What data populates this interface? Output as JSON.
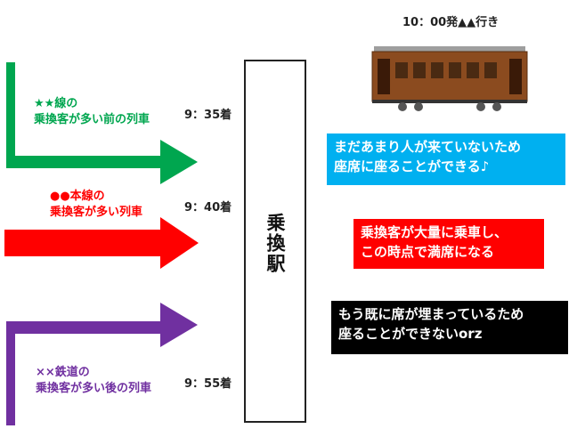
{
  "arrows": [
    {
      "color": "#00a64f",
      "label_line1": "★★線の",
      "label_line2": "乗換客が多い前の列車",
      "arrival": "9：35着"
    },
    {
      "color": "#ff0000",
      "label_line1": "●●本線の",
      "label_line2": "乗換客が多い列車",
      "arrival": "9：40着"
    },
    {
      "color": "#7030a0",
      "label_line1": "××鉄道の",
      "label_line2": "乗換客が多い後の列車",
      "arrival": "9：55着"
    }
  ],
  "station": {
    "label": "乗換駅"
  },
  "train": {
    "caption": "10：00発▲▲行き",
    "icon": "train-car-icon"
  },
  "notes": [
    {
      "bg": "#00b0f0",
      "line1": "まだあまり人が来ていないため",
      "line2": "座席に座ることができる♪"
    },
    {
      "bg": "#ff0000",
      "line1": "乗換客が大量に乗車し、",
      "line2": "この時点で満席になる"
    },
    {
      "bg": "#000000",
      "line1": "もう既に席が埋まっているため",
      "line2": "座ることができないorz"
    }
  ]
}
